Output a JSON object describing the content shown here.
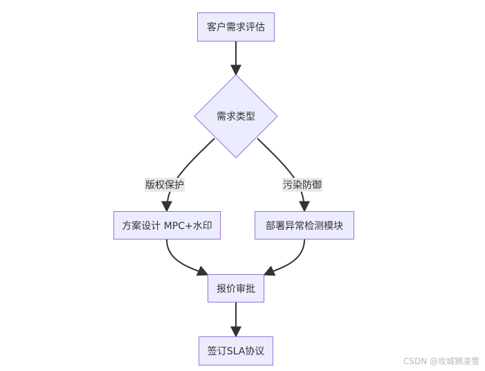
{
  "diagram": {
    "nodes": {
      "assess": "客户需求评估",
      "decision": "需求类型",
      "design": "方案设计 MPC+水印",
      "deploy": "部署异常检测模块",
      "quote": "报价审批",
      "sign": "签订SLA协议"
    },
    "edges": {
      "copyright": "版权保护",
      "pollution": "污染防御"
    }
  },
  "colors": {
    "node_fill": "#ececff",
    "node_border": "#9370db",
    "arrow": "#333333",
    "edge_label_bg": "#e8e8e8"
  },
  "watermark": "CSDN @攻城狮凌雪"
}
